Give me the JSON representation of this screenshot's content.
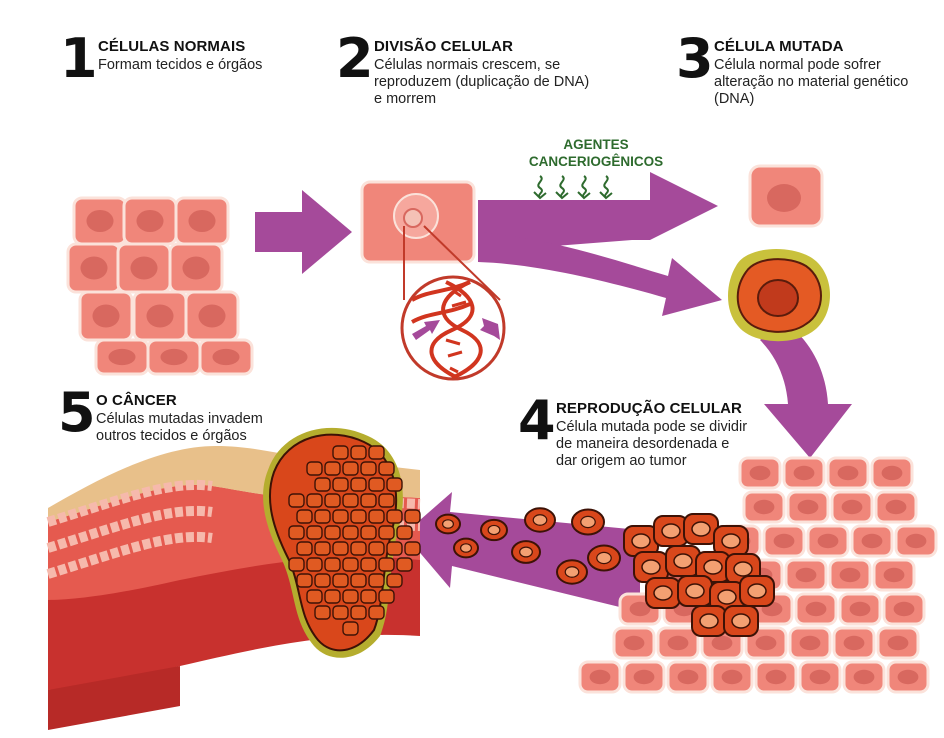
{
  "steps": [
    {
      "number": "1",
      "title": "CÉLULAS NORMAIS",
      "lines": [
        "Formam tecidos e órgãos"
      ]
    },
    {
      "number": "2",
      "title": "DIVISÃO CELULAR",
      "lines": [
        "Células normais crescem, se",
        "reproduzem (duplicação de DNA)",
        "e morrem"
      ]
    },
    {
      "number": "3",
      "title": "CÉLULA MUTADA",
      "lines": [
        "Célula normal pode sofrer",
        "alteração no material genético",
        "(DNA)"
      ]
    },
    {
      "number": "4",
      "title": "REPRODUÇÃO CELULAR",
      "lines": [
        "Célula mutada pode se dividir",
        "de maneira desordenada e",
        "dar origem ao tumor"
      ]
    },
    {
      "number": "5",
      "title": "O CÂNCER",
      "lines": [
        "Células mutadas invadem",
        "outros tecidos e órgãos"
      ]
    }
  ],
  "agents": {
    "lines": [
      "AGENTES",
      "CANCERIOGÊNICOS"
    ]
  },
  "colors": {
    "arrow": "#a54a9a",
    "cell_fill": "#f0867a",
    "cell_stroke": "#fbe2da",
    "nucleus": "#d8685f",
    "mutated_core": "#c13a1c",
    "mutated_ring": "#e45a24",
    "mutated_halo": "#b5ad2e",
    "tumor_cell": "#d9471b",
    "tissue_top": "#e8c08a",
    "tissue_mid": "#e55a4f",
    "tissue_deep": "#c8312e",
    "dna": "#d1351f",
    "agents_text": "#2e6b2e"
  }
}
